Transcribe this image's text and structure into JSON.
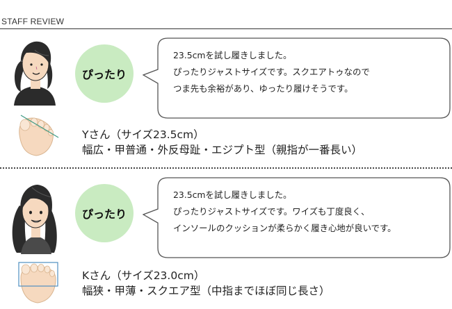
{
  "section_title": "STAFF REVIEW",
  "reviews": [
    {
      "badge": "ぴったり",
      "comment": [
        "23.5cmを試し履きしました。",
        "ぴったりジャストサイズです。スクエアトゥなので",
        "つま先も余裕があり、ゆったり履けそうです。"
      ],
      "reviewer_name": "Yさん（サイズ23.5cm）",
      "foot_type": "幅広・甲普通・外反母趾・エジプト型（親指が一番長い）"
    },
    {
      "badge": "ぴったり",
      "comment": [
        "23.5cmを試し履きしました。",
        "ぴったりジャストサイズです。ワイズも丁度良く、",
        "インソールのクッションが柔らかく履き心地が良いです。"
      ],
      "reviewer_name": "Kさん（サイズ23.0cm）",
      "foot_type": "幅狭・甲薄・スクエア型（中指までほぼ同じ長さ）"
    }
  ],
  "colors": {
    "badge_bg": "#c9ebc1",
    "skin": "#f6d9bf",
    "hair": "#2b2b2b",
    "accent_line": "#3d9a84",
    "square_line": "#4f8fc0"
  }
}
